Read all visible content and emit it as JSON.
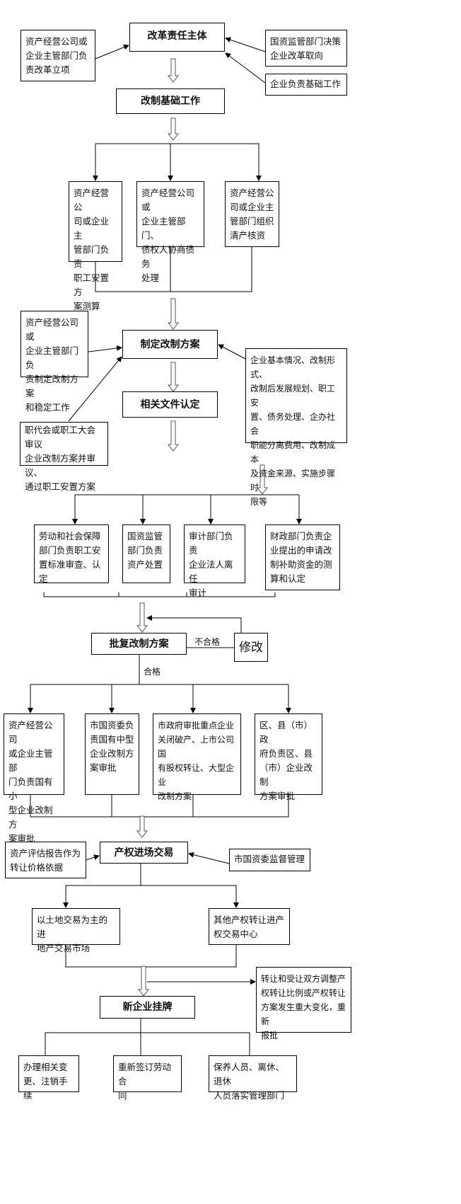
{
  "nodes": {
    "reform_subject": "改革责任主体",
    "left_initiate": "资产经营公司或\n企业主管部门负\n责改革立项",
    "right_decision": "国资监管部门决策\n企业改革取向",
    "right_basic": "企业负责基础工作",
    "basic_work": "改制基础工作",
    "staff_calc": "资产经营公\n司或企业主\n管部门负责\n职工安置方\n案测算",
    "debt": "资产经营公司或\n企业主管部门、\n债权人协商债务\n处理",
    "assets_check": "资产经营公\n司或企业主\n管部门组织\n清产核资",
    "plan": "制定改制方案",
    "plan_left": "资产经营公司或\n企业主管部门负\n责制定改制方案\n和稳定工作",
    "plan_right": "企业基本情况、改制形式、\n改制后发展规划、职工安\n置、债务处理、企办社会\n职能分离费用、改制成本\n及资金来源、实施步骤时\n限等",
    "documents": "相关文件认定",
    "workers_congress": "职代会或职工大会审议\n企业改制方案并审议、\n通过职工安置方案",
    "labor": "劳动和社会保障\n部门负责职工安\n置标准审查、认定",
    "sasac_assets": "国资监管\n部门负责\n资产处置",
    "audit": "审计部门负责\n企业法人离任\n审计",
    "finance": "财政部门负责企\n业提出的申请改\n制补助资金的测\n算和认定",
    "approve": "批复改制方案",
    "revise": "修改",
    "fail_label": "不合格",
    "pass_label": "合格",
    "approve_small": "资产经营公司\n或企业主管部\n门负责国有小\n型企业改制方\n案审批",
    "approve_medium": "市国资委负\n责国有中型\n企业改制方\n案审批",
    "approve_city": "市政府审批重点企业\n关闭破产、上市公司国\n有股权转让、大型企业\n改制方案",
    "approve_district": "区、县（市）政\n府负责区、县\n（市）企业改制\n方案审批",
    "trade": "产权进场交易",
    "appraisal": "资产评估报告作为\n转让价格依据",
    "supervise": "市国资委监督管理",
    "land_market": "以土地交易为主的进\n地产交易市场",
    "equity_center": "其他产权转让进产\n权交易中心",
    "re_approve": "转让和受让双方调整产\n权转让比例或产权转让\n方案发生重大变化，重新\n报批",
    "new_company": "新企业挂牌",
    "registration": "办理相关变\n更、注销手续",
    "labor_contract": "重新签订劳动合\n同",
    "retirees": "保养人员、离休、退休\n人员落实管理部门"
  }
}
